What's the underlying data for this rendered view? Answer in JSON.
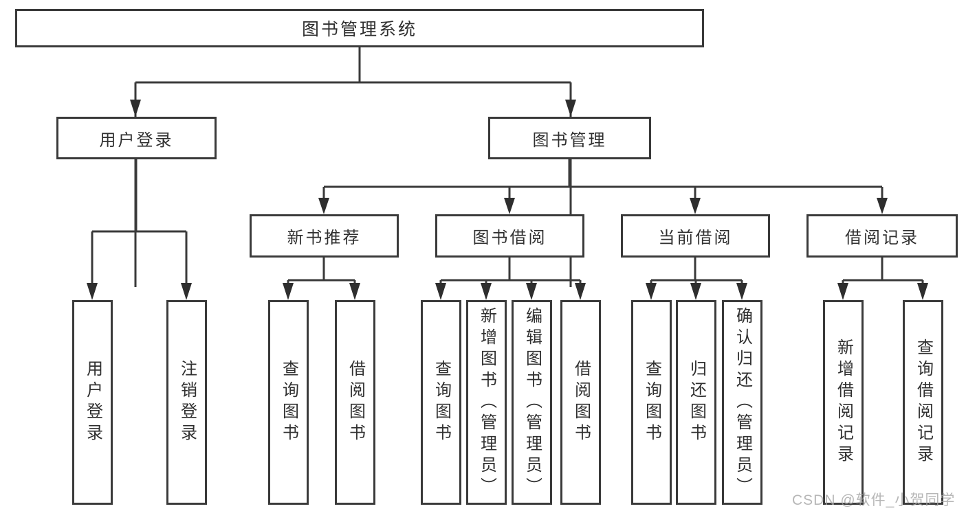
{
  "colors": {
    "line": "#3a3a3a",
    "text": "#303030",
    "background": "#ffffff",
    "watermark": "#a5a5a5"
  },
  "nodes": {
    "root": "图书管理系统",
    "level2": {
      "user_login": "用户登录",
      "book_mgmt": "图书管理"
    },
    "modules": [
      "新书推荐",
      "图书借阅",
      "当前借阅",
      "借阅记录"
    ],
    "leaves": {
      "user_login": [
        "用户登录",
        "注销登录"
      ],
      "new_book": [
        "查询图书",
        "借阅图书"
      ],
      "book_borrow": [
        "查询图书",
        "新增图书（管理员）",
        "编辑图书（管理员）",
        "借阅图书"
      ],
      "current_borrow": [
        "查询图书",
        "归还图书",
        "确认归还（管理员）"
      ],
      "borrow_record": [
        "新增借阅记录",
        "查询借阅记录"
      ]
    }
  },
  "watermark": "CSDN @软件_小贺同学"
}
